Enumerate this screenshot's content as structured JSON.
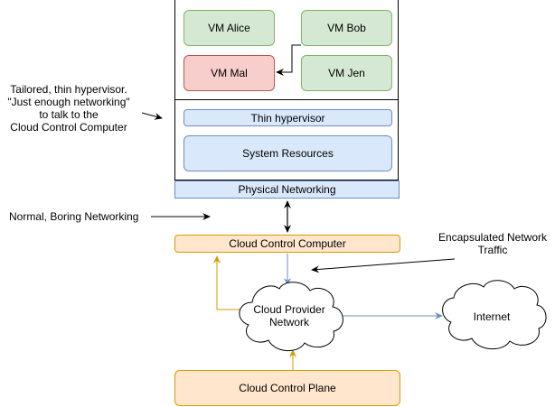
{
  "host": {
    "vms": [
      {
        "name": "VM Alice",
        "status": "normal"
      },
      {
        "name": "VM Bob",
        "status": "normal"
      },
      {
        "name": "VM Mal",
        "status": "malicious"
      },
      {
        "name": "VM Jen",
        "status": "normal"
      }
    ],
    "thin_hypervisor": "Thin hypervisor",
    "system_resources": "System Resources",
    "physical_networking": "Physical Networking"
  },
  "nodes": {
    "cloud_control_computer": "Cloud Control Computer",
    "cloud_provider_network": "Cloud Provider Network",
    "internet": "Internet",
    "cloud_control_plane": "Cloud Control Plane"
  },
  "annotations": {
    "hypervisor_note": [
      "Tailored, thin hypervisor.",
      "\"Just enough networking\"",
      "to talk to the",
      "Cloud Control Computer"
    ],
    "boring_networking": "Normal, Boring Networking",
    "encapsulated_traffic": [
      "Encapsulated Network",
      "Traffic"
    ]
  },
  "colors": {
    "vm_green_fill": "#d5e8d4",
    "vm_green_stroke": "#82b366",
    "vm_red_fill": "#f8cecc",
    "vm_red_stroke": "#b85450",
    "blue_fill": "#dae8fc",
    "blue_stroke": "#6c8ebf",
    "orange_fill": "#ffe6cc",
    "orange_stroke": "#d79b00"
  }
}
